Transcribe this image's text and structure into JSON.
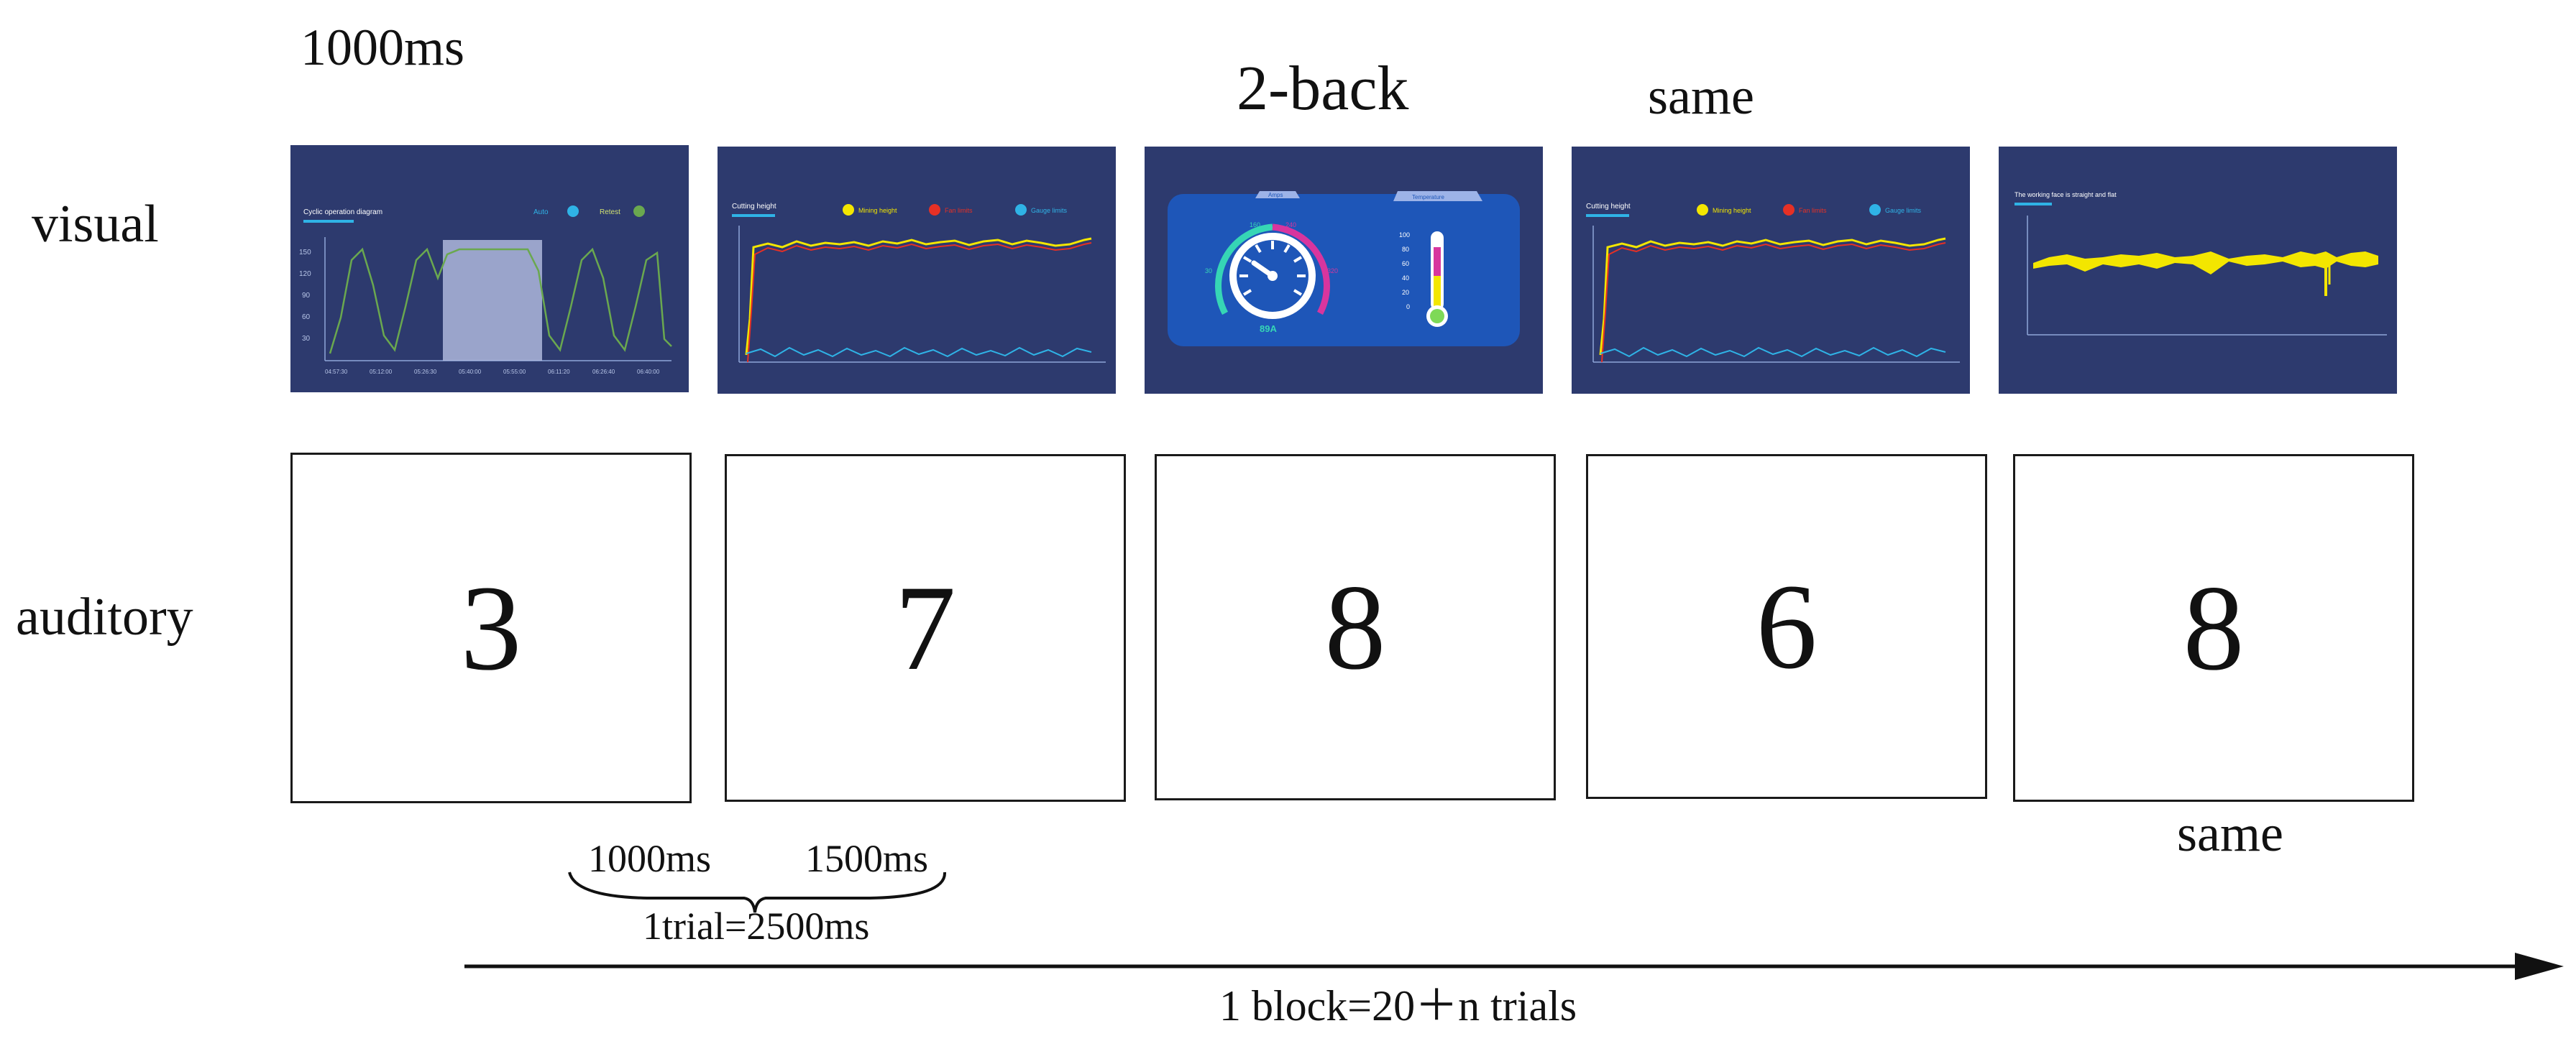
{
  "labels": {
    "duration_top": "1000ms",
    "n_back": "2-back",
    "same_top": "same",
    "same_bottom": "same",
    "row_visual": "visual",
    "row_auditory": "auditory",
    "stim_duration": "1000ms",
    "isi_duration": "1500ms",
    "trial": "1trial=2500ms",
    "block": "1 block=20＋n trials"
  },
  "panels": [
    {
      "title": "Cyclic operation diagram",
      "legend": [
        "Auto",
        "Retest"
      ],
      "y_ticks": [
        "150",
        "120",
        "90",
        "60",
        "30"
      ],
      "x_ticks": [
        "04:57:30",
        "05:12:00",
        "05:26:30",
        "05:40:00",
        "05:55:00",
        "06:11:20",
        "06:26:40",
        "06:40:00"
      ]
    },
    {
      "title": "Cutting height",
      "legend": [
        "Mining height",
        "Fan limits",
        "Gauge limits"
      ]
    },
    {
      "gauge_tabs": [
        "Amps",
        "Temperature"
      ],
      "gauge_ticks": [
        "30",
        "160",
        "240",
        "320"
      ],
      "gauge_value": "89A",
      "thermo_ticks": [
        "100",
        "80",
        "60",
        "40",
        "20",
        "0"
      ]
    },
    {
      "title": "Cutting height",
      "legend": [
        "Mining height",
        "Fan limits",
        "Gauge limits"
      ]
    },
    {
      "title": "The working face is straight and flat"
    }
  ],
  "boxes": [
    {
      "digit": "3"
    },
    {
      "digit": "7"
    },
    {
      "digit": "8"
    },
    {
      "digit": "6"
    },
    {
      "digit": "8"
    }
  ],
  "colors": {
    "panel_bg": "#2d3a6e",
    "axis": "#8fa6d8",
    "green_line": "#6aa84f",
    "yellow": "#f3e600",
    "red": "#e63025",
    "cyan": "#2fb3e6",
    "gauge_teal": "#36d6b5",
    "gauge_magenta": "#d8359e"
  }
}
